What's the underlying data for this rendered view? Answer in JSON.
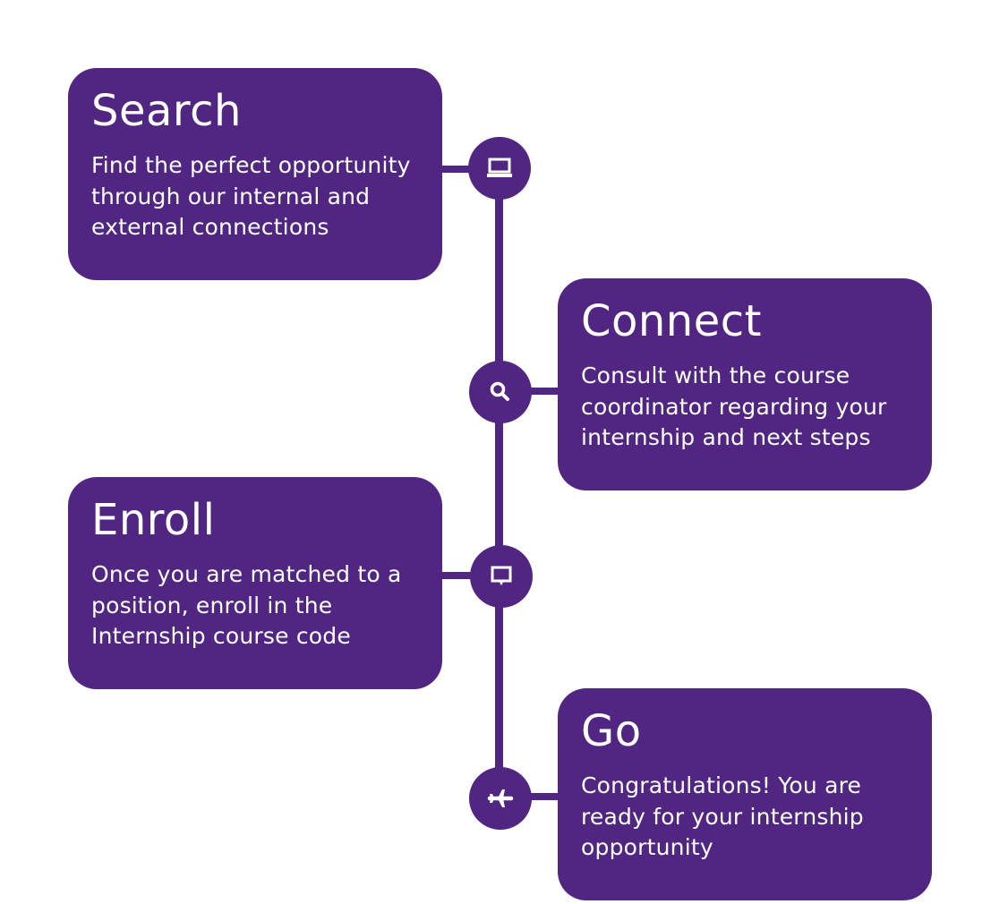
{
  "colors": {
    "primary": "#502682",
    "text": "#ffffff",
    "background": "#ffffff"
  },
  "steps": [
    {
      "title": "Search",
      "description": "Find the perfect opportunity through our internal and external connections",
      "icon": "laptop-icon"
    },
    {
      "title": "Connect",
      "description": "Consult with the course coordinator regarding your internship and next steps",
      "icon": "search-icon"
    },
    {
      "title": "Enroll",
      "description": "Once you are matched to a position, enroll in the Internship course code",
      "icon": "chat-bubble-icon"
    },
    {
      "title": "Go",
      "description": "Congratulations! You are ready for your internship opportunity",
      "icon": "airplane-icon"
    }
  ]
}
